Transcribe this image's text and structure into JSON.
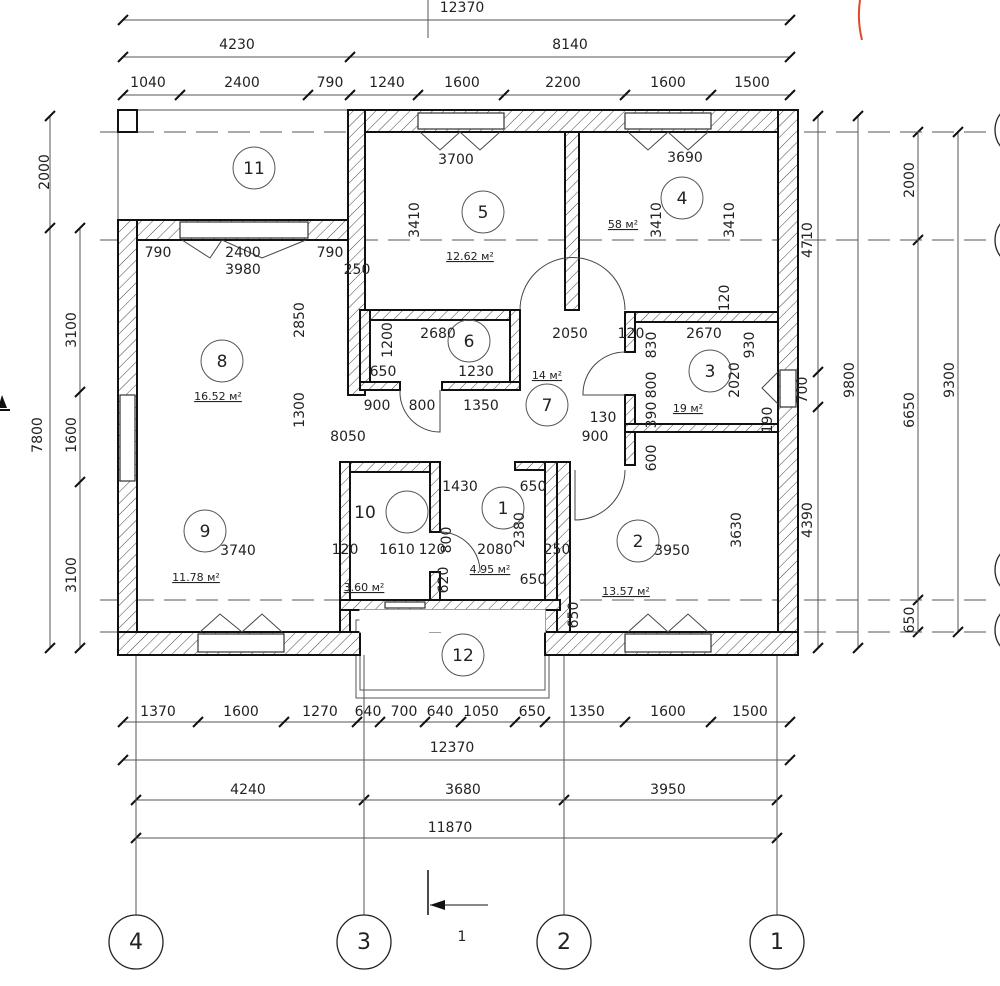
{
  "dimensions": {
    "top": {
      "overall": "12370",
      "left": "4230",
      "right": "8140",
      "segments": [
        "1040",
        "2400",
        "790",
        "1240",
        "1600",
        "2200",
        "1600",
        "1500"
      ]
    },
    "bottom": {
      "segments": [
        "1370",
        "1600",
        "1270",
        "640",
        "700",
        "640",
        "1050",
        "650",
        "1350",
        "1600",
        "1500"
      ],
      "overall": "12370",
      "axes": [
        "4240",
        "3680",
        "3950"
      ],
      "inner_overall": "11870"
    },
    "left": {
      "overall": "7800",
      "segments": [
        "2000",
        "3100",
        "1600",
        "3100"
      ]
    },
    "right": {
      "overall": "9800",
      "axes": [
        "2000",
        "6650",
        "650"
      ],
      "total": "9300"
    }
  },
  "interior_dims": [
    "3700",
    "3410",
    "3690",
    "3410",
    "3410",
    "4710",
    "790",
    "2400",
    "790",
    "3980",
    "250",
    "2850",
    "120",
    "1300",
    "8050",
    "1200",
    "2680",
    "650",
    "1230",
    "2050",
    "120",
    "830",
    "2670",
    "930",
    "2020",
    "800",
    "390",
    "700",
    "190",
    "130",
    "900",
    "600",
    "900",
    "800",
    "1350",
    "3740",
    "1430",
    "650",
    "120",
    "1610",
    "120",
    "2080",
    "2380",
    "250",
    "650",
    "800",
    "620",
    "3950",
    "3630",
    "650",
    "4390"
  ],
  "rooms": [
    {
      "number": "1",
      "area": "4.95 м²"
    },
    {
      "number": "2",
      "area": "13.57 м²"
    },
    {
      "number": "3",
      "area": "19 м²"
    },
    {
      "number": "4",
      "area": "58 м²"
    },
    {
      "number": "5",
      "area": "12.62 м²"
    },
    {
      "number": "6",
      "area": ""
    },
    {
      "number": "7",
      "area": "14 м²"
    },
    {
      "number": "8",
      "area": "16.52 м²"
    },
    {
      "number": "9",
      "area": "11.78 м²"
    },
    {
      "number": "10",
      "area": "3.60 м²"
    },
    {
      "number": "11",
      "area": ""
    },
    {
      "number": "12",
      "area": ""
    }
  ],
  "axes": [
    "4",
    "3",
    "2",
    "1"
  ],
  "section_mark": "1",
  "colors": {
    "line": "#222222",
    "annotation": "#e0482a"
  }
}
